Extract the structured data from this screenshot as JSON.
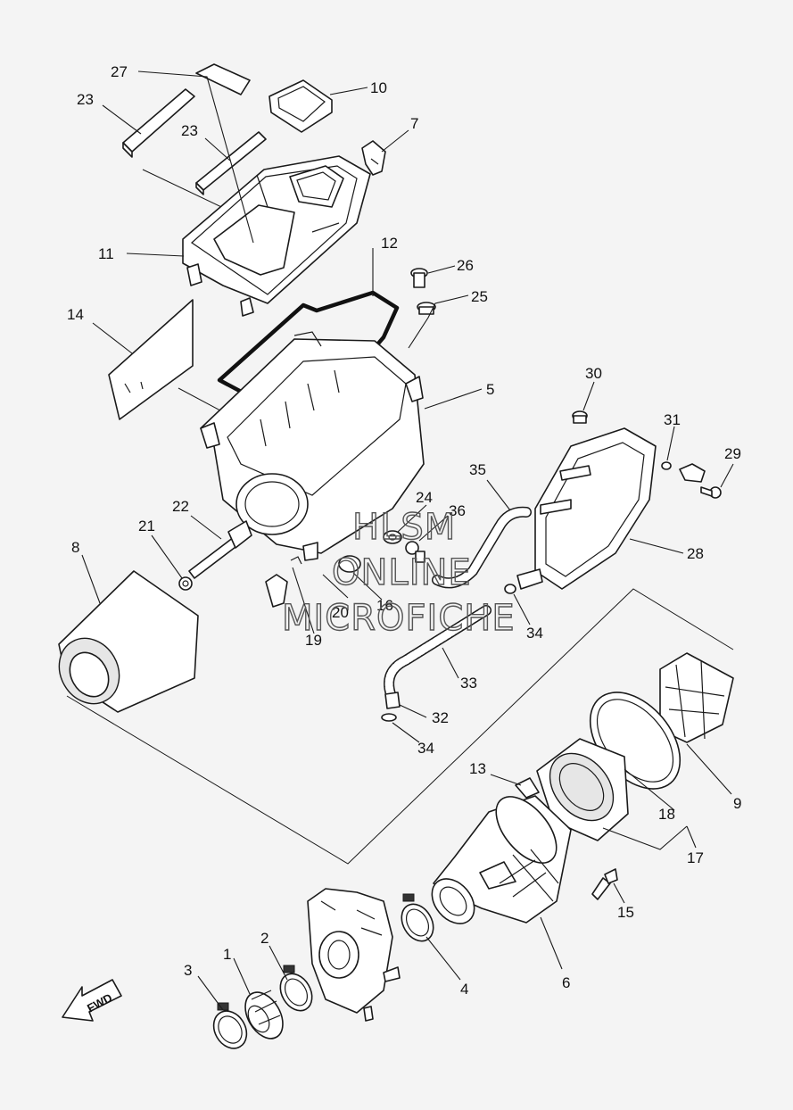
{
  "watermark": [
    "HLSM",
    "ONLINE",
    "MICROFICHE"
  ],
  "direction_label": "FWD",
  "callouts": [
    {
      "id": "c27",
      "label": "27"
    },
    {
      "id": "c10",
      "label": "10"
    },
    {
      "id": "c23a",
      "label": "23"
    },
    {
      "id": "c23b",
      "label": "23"
    },
    {
      "id": "c7",
      "label": "7"
    },
    {
      "id": "c11",
      "label": "11"
    },
    {
      "id": "c12",
      "label": "12"
    },
    {
      "id": "c26",
      "label": "26"
    },
    {
      "id": "c25",
      "label": "25"
    },
    {
      "id": "c14",
      "label": "14"
    },
    {
      "id": "c5",
      "label": "5"
    },
    {
      "id": "c30",
      "label": "30"
    },
    {
      "id": "c31",
      "label": "31"
    },
    {
      "id": "c29",
      "label": "29"
    },
    {
      "id": "c35",
      "label": "35"
    },
    {
      "id": "c24",
      "label": "24"
    },
    {
      "id": "c36",
      "label": "36"
    },
    {
      "id": "c22",
      "label": "22"
    },
    {
      "id": "c21",
      "label": "21"
    },
    {
      "id": "c8",
      "label": "8"
    },
    {
      "id": "c28",
      "label": "28"
    },
    {
      "id": "c16",
      "label": "16"
    },
    {
      "id": "c20",
      "label": "20"
    },
    {
      "id": "c19",
      "label": "19"
    },
    {
      "id": "c34a",
      "label": "34"
    },
    {
      "id": "c33",
      "label": "33"
    },
    {
      "id": "c32",
      "label": "32"
    },
    {
      "id": "c34b",
      "label": "34"
    },
    {
      "id": "c13",
      "label": "13"
    },
    {
      "id": "c9",
      "label": "9"
    },
    {
      "id": "c18",
      "label": "18"
    },
    {
      "id": "c17",
      "label": "17"
    },
    {
      "id": "c15",
      "label": "15"
    },
    {
      "id": "c2",
      "label": "2"
    },
    {
      "id": "c1",
      "label": "1"
    },
    {
      "id": "c3",
      "label": "3"
    },
    {
      "id": "c4",
      "label": "4"
    },
    {
      "id": "c6",
      "label": "6"
    }
  ]
}
